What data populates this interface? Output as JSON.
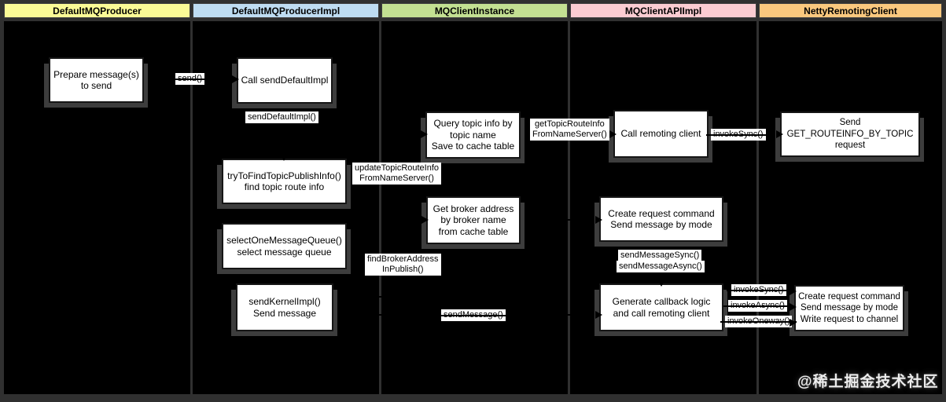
{
  "header": {
    "lanes": [
      {
        "label": "DefaultMQProducer",
        "color": "#fafa96"
      },
      {
        "label": "DefaultMQProducerImpl",
        "color": "#bedcf2"
      },
      {
        "label": "MQClientInstance",
        "color": "#c3e092"
      },
      {
        "label": "MQClientAPIImpl",
        "color": "#fbccd2"
      },
      {
        "label": "NettyRemotingClient",
        "color": "#fac87e"
      }
    ]
  },
  "boxes": {
    "prepare": {
      "text": "Prepare message(s)\nto send"
    },
    "call_send_default": {
      "text": "Call sendDefaultImpl"
    },
    "try_find_topic": {
      "text": "tryToFindTopicPublishInfo()\nfind topic route info"
    },
    "select_queue": {
      "text": "selectOneMessageQueue()\nselect message queue"
    },
    "send_kernel": {
      "text": "sendKernelImpl()\nSend message"
    },
    "query_topic": {
      "text": "Query topic info by\ntopic name\nSave to cache table"
    },
    "get_broker": {
      "text": "Get broker address\nby broker name\nfrom cache table"
    },
    "call_remoting": {
      "text": "Call remoting client"
    },
    "create_request": {
      "text": "Create request command\nSend message by mode"
    },
    "gen_callback": {
      "text": "Generate callback logic\nand call remoting client"
    },
    "send_routeinfo": {
      "text": "Send\nGET_ROUTEINFO_BY_TOPIC\nrequest"
    },
    "write_channel": {
      "text": "Create request command\nSend message by mode\nWrite request to channel"
    }
  },
  "labels": {
    "send": {
      "text": "send()"
    },
    "send_default_impl": {
      "text": "sendDefaultImpl()"
    },
    "update_topic_route": {
      "text": "updateTopicRouteInfo\nFromNameServer()"
    },
    "find_broker_address": {
      "text": "findBrokerAddress\nInPublish()"
    },
    "send_message": {
      "text": "sendMessage()"
    },
    "get_topic_route": {
      "text": "getTopicRouteInfo\nFromNameServer()"
    },
    "invoke_sync_1": {
      "text": "invokeSync()"
    },
    "send_message_sync": {
      "text": "sendMessageSync()"
    },
    "send_message_async": {
      "text": "sendMessageAsync()"
    },
    "invoke_sync_2": {
      "text": "invokeSync()"
    },
    "invoke_async": {
      "text": "invokeAsync()"
    },
    "invoke_oneway": {
      "text": "invokeOneway()"
    }
  },
  "watermark": {
    "text": "@稀土掘金技术社区"
  }
}
